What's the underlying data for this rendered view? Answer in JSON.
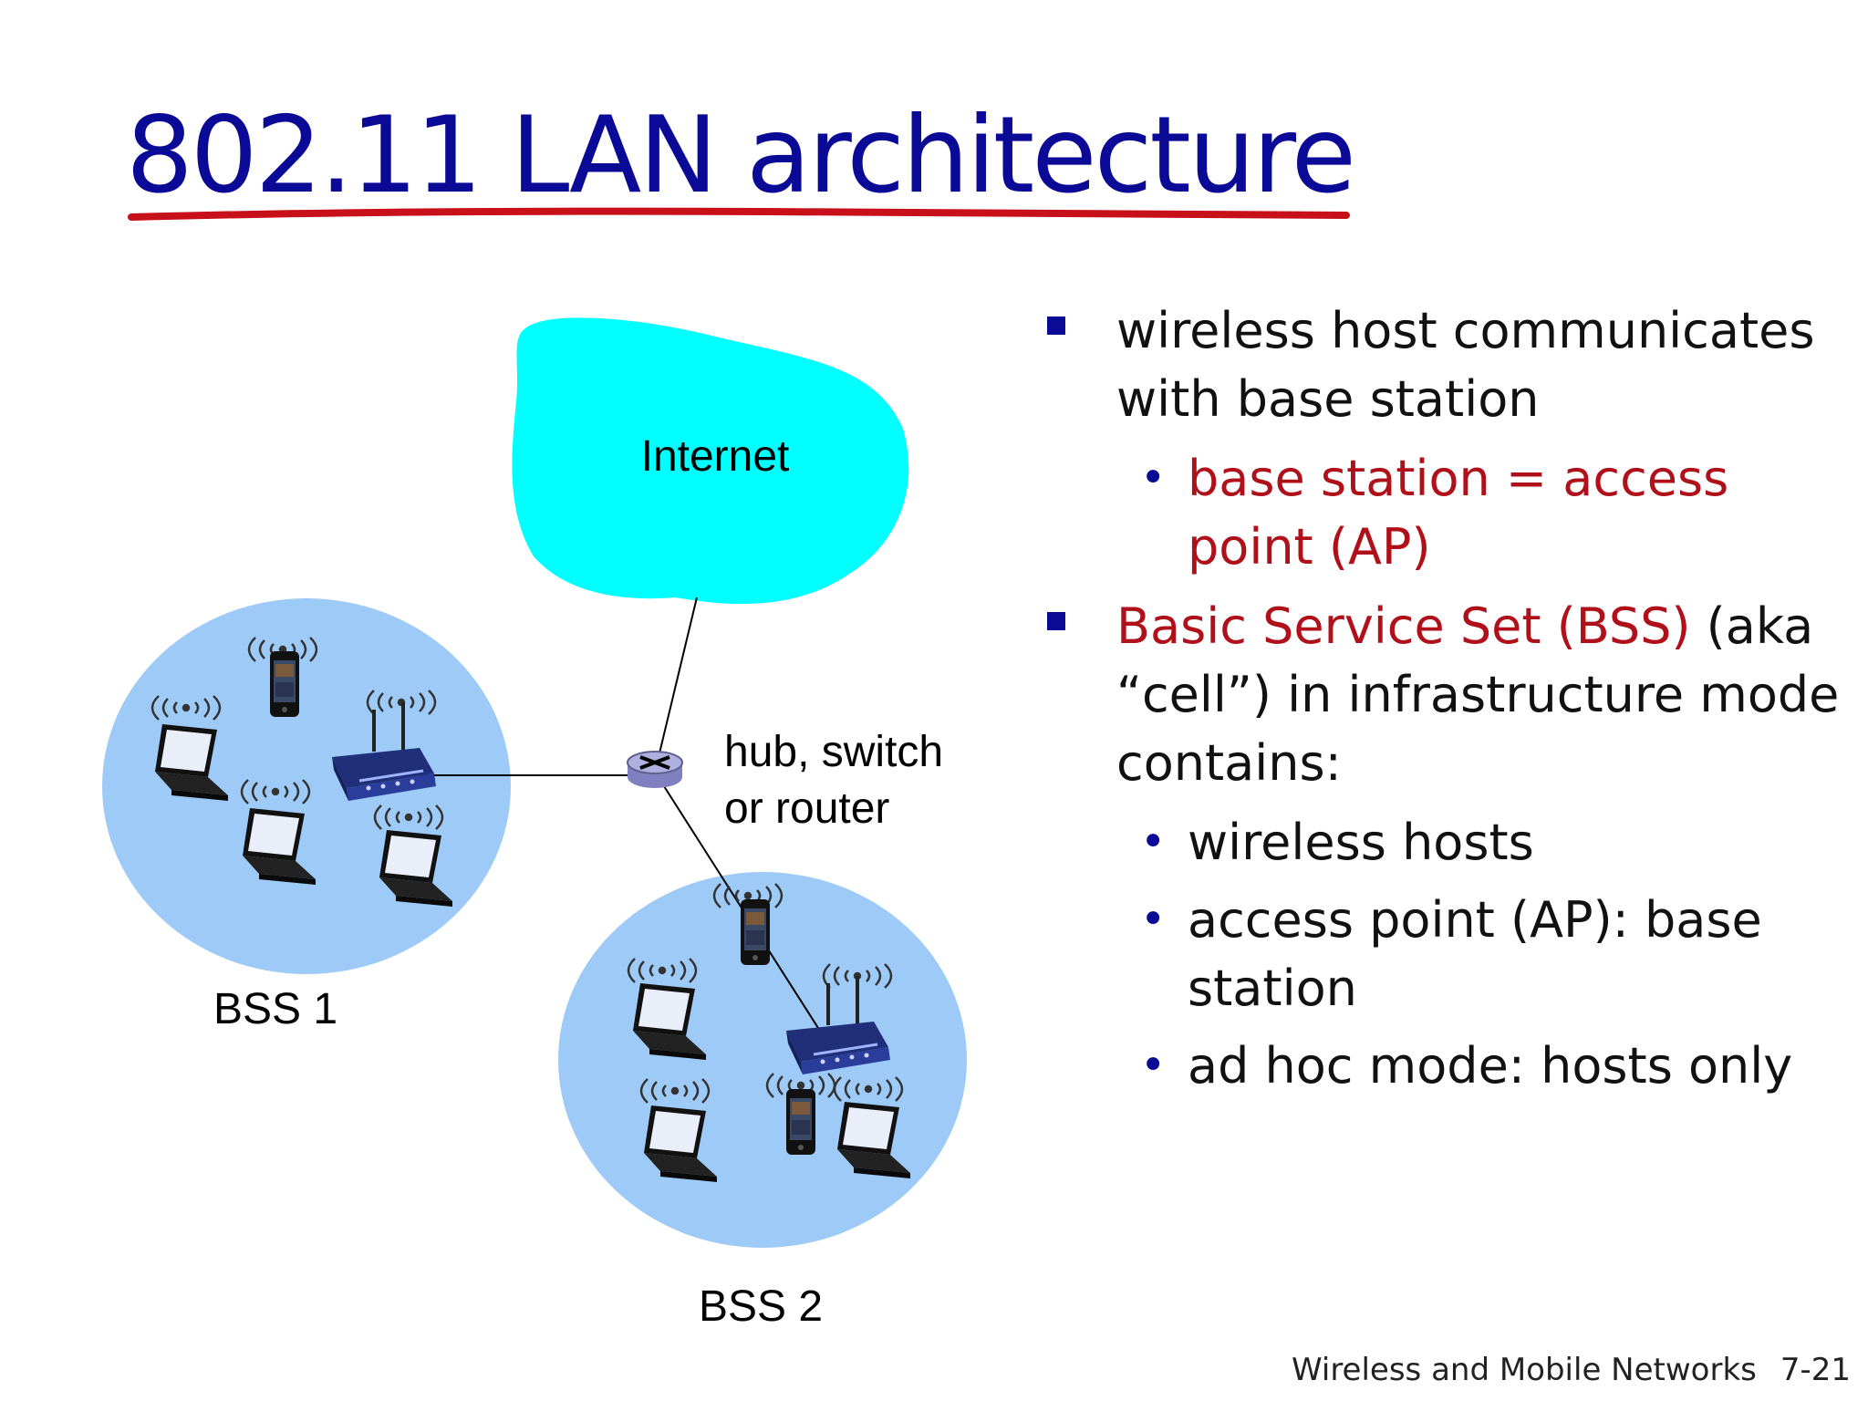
{
  "slide": {
    "title": "802.11 LAN architecture",
    "footer": {
      "section": "Wireless and Mobile Networks",
      "page": "7-21"
    }
  },
  "diagram": {
    "internet_label": "Internet",
    "device_label_line1": "hub, switch",
    "device_label_line2": "or router",
    "bss1_label": "BSS 1",
    "bss2_label": "BSS 2",
    "colors": {
      "cloud": "#00ffff",
      "bss": "#9ecaf7",
      "router": "#8080c0",
      "title": "#0a0a96",
      "accent": "#b0101a"
    }
  },
  "bullets": {
    "b1_text": "wireless host communicates with base station",
    "b1_sub1": "base station = access point (AP)",
    "b2_red": "Basic Service Set (BSS)",
    "b2_rest": " (aka “cell”) in infrastructure mode contains:",
    "b2_sub1": "wireless hosts",
    "b2_sub2": "access point (AP): base station",
    "b2_sub3": "ad hoc mode: hosts only"
  }
}
